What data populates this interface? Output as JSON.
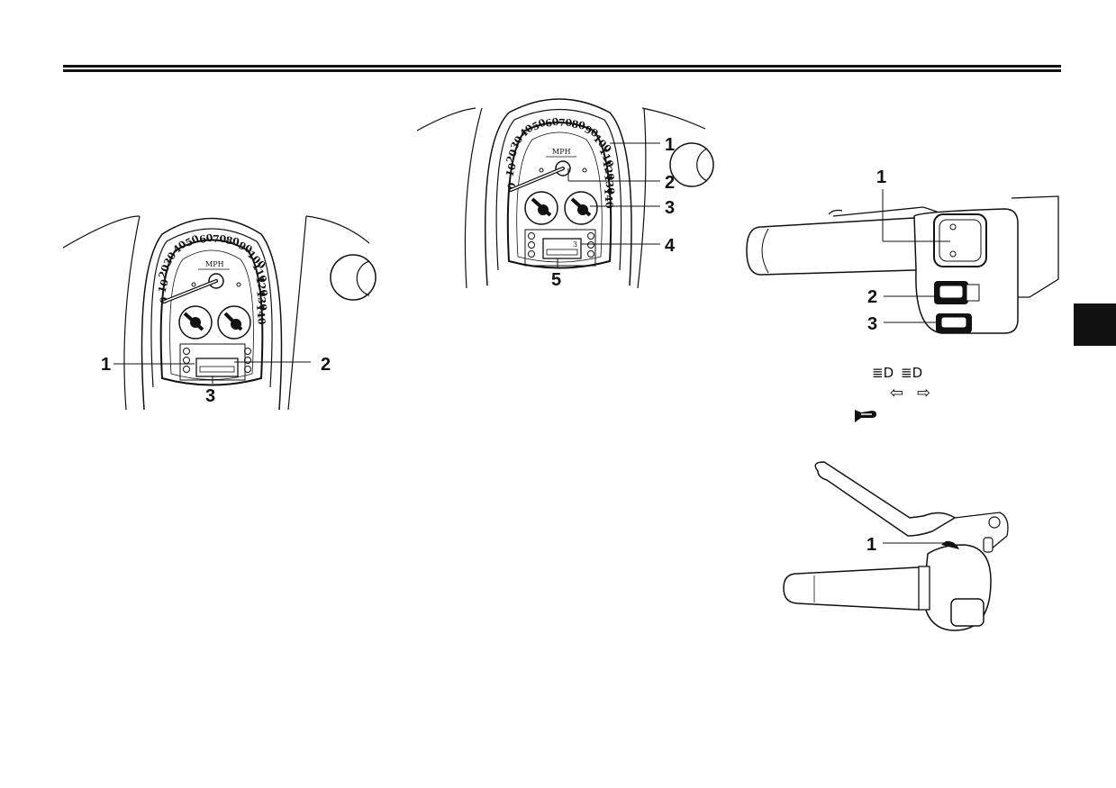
{
  "page": {
    "tab_color": "#111111"
  },
  "figures": {
    "meter_small": {
      "callouts": [
        "1",
        "2",
        "3"
      ],
      "units_label": "MPH",
      "scale": [
        "0",
        "10",
        "20",
        "30",
        "40",
        "50",
        "60",
        "70",
        "80",
        "90",
        "100",
        "110",
        "120",
        "130",
        "140"
      ]
    },
    "meter_large": {
      "callouts": [
        "1",
        "2",
        "3",
        "4",
        "5"
      ],
      "units_label": "MPH",
      "scale": [
        "0",
        "10",
        "20",
        "30",
        "40",
        "50",
        "60",
        "70",
        "80",
        "90",
        "100",
        "110",
        "120",
        "130",
        "140"
      ],
      "display_digit": "3"
    },
    "handlebar_left": {
      "callouts": [
        "1",
        "2",
        "3"
      ]
    },
    "handlebar_right": {
      "callouts": [
        "1"
      ]
    }
  },
  "symbols": {
    "headlight_low": "≣D",
    "headlight_high": "≣D",
    "turn_left": "⇦",
    "turn_right": "⇨",
    "horn": "horn-icon"
  }
}
